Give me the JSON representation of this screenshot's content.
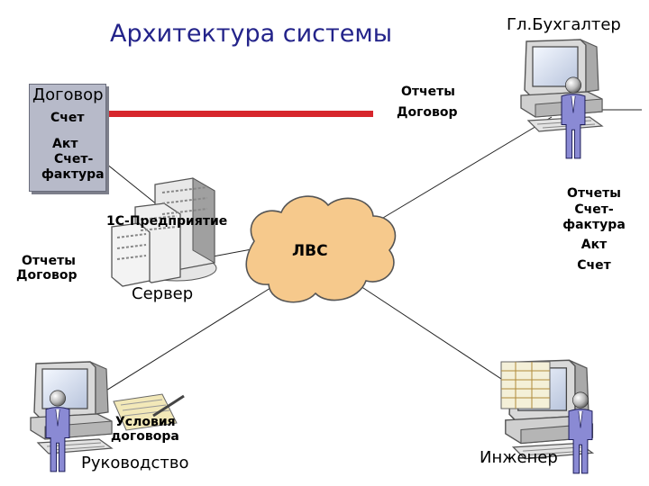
{
  "title": "Архитектура системы",
  "nodes": {
    "accountant": {
      "label": "Гл.Бухгалтер"
    },
    "server": {
      "label": "Сервер",
      "app_label": "1С-Предприятие"
    },
    "network": {
      "label": "ЛВС"
    },
    "management": {
      "label": "Руководство"
    },
    "engineer": {
      "label": "Инженер"
    }
  },
  "documents_box": {
    "line1": "Договор",
    "line2": "Счет",
    "line3": "Акт",
    "line4": "Счет-",
    "line5": "фактура"
  },
  "left_docs": {
    "line1": "Отчеты",
    "line2": "Договор"
  },
  "accountant_docs": {
    "line1": "Отчеты",
    "line2": "Договор"
  },
  "right_docs": {
    "line1": "Отчеты",
    "line2": "Счет-",
    "line3": "фактура",
    "line4": "Акт",
    "line5": "Счет"
  },
  "contract_conditions": {
    "line1": "Условия",
    "line2": "договора"
  },
  "colors": {
    "title": "#23238a",
    "cloud": "#f6c98c",
    "box": "#b7bac9",
    "red_line": "#d7262c",
    "person": "#8a8ad4"
  }
}
